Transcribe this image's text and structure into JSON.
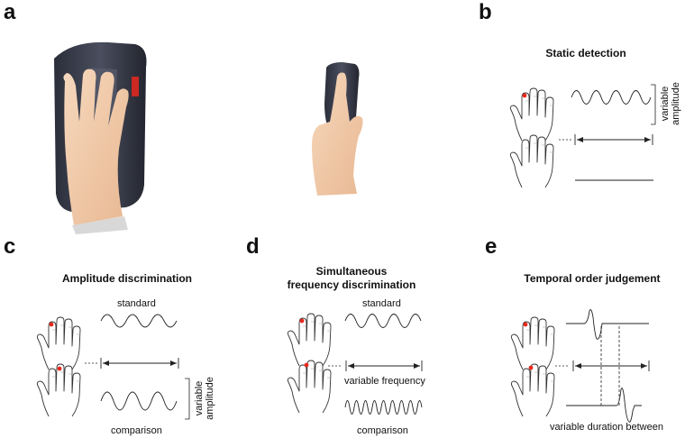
{
  "panels": {
    "a": {
      "letter": "a"
    },
    "b": {
      "letter": "b",
      "title": "Static detection",
      "amp_label": "variable amplitude"
    },
    "c": {
      "letter": "c",
      "title": "Amplitude discrimination",
      "standard": "standard",
      "comparison": "comparison",
      "amp_label": "variable amplitude"
    },
    "d": {
      "letter": "d",
      "title_line1": "Simultaneous",
      "title_line2": "frequency discrimination",
      "standard": "standard",
      "variable": "variable frequency",
      "comparison": "comparison"
    },
    "e": {
      "letter": "e",
      "title": "Temporal order judgement",
      "duration": "variable duration between"
    }
  },
  "colors": {
    "stimulator_dot": "#e8281e",
    "line": "#222222",
    "device_dark": "#3a3d4a",
    "skin": "#f1c9a5"
  }
}
